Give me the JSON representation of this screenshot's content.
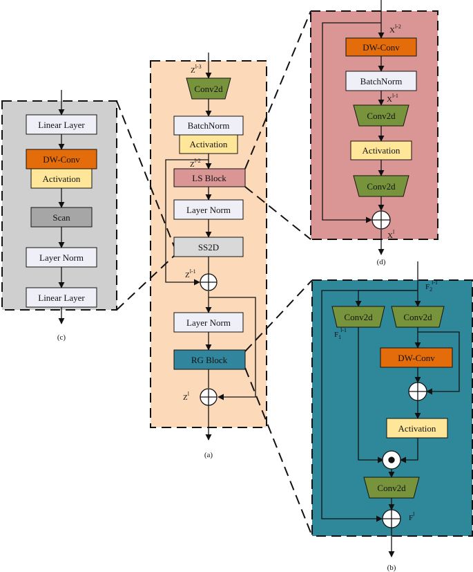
{
  "colors": {
    "panel_a": "#fcd9b8",
    "panel_b": "#2f879a",
    "panel_c": "#cfcfcf",
    "panel_d": "#d99694",
    "conv": "#77933c",
    "dwconv": "#e46c0a",
    "norm": "#efeff7",
    "activation": "#ffe699",
    "ls_block": "#d99694",
    "rg_block": "#31859c",
    "scan": "#a6a6a6",
    "ss2d": "#d9d9d9"
  },
  "panel_a": {
    "caption": "(a)",
    "conv2d": "Conv2d",
    "batchnorm": "BatchNorm",
    "activation": "Activation",
    "ls_block": "LS Block",
    "layer_norm_1": "Layer Norm",
    "ss2d": "SS2D",
    "layer_norm_2": "Layer Norm",
    "rg_block": "RG Block",
    "z_in": "Z",
    "z_in_sup": "l-3",
    "z_mid": "Z",
    "z_mid_sup": "l-2",
    "z_sum": "Z",
    "z_sum_sup": "l-1",
    "z_out": "Z",
    "z_out_sup": "l"
  },
  "panel_b": {
    "caption": "(b)",
    "conv2d_left": "Conv2d",
    "conv2d_right": "Conv2d",
    "dwconv": "DW-Conv",
    "activation": "Activation",
    "conv2d_bottom": "Conv2d",
    "f2": "F",
    "f2_sub": "2",
    "f2_sup": "l-1",
    "f1": "F",
    "f1_sub": "1",
    "f1_sup": "l-1",
    "f_out": "F",
    "f_out_sup": "l"
  },
  "panel_c": {
    "caption": "(c)",
    "linear_1": "Linear Layer",
    "dwconv": "DW-Conv",
    "activation": "Activation",
    "scan": "Scan",
    "layer_norm": "Layer Norm",
    "linear_2": "Linear Layer"
  },
  "panel_d": {
    "caption": "(d)",
    "dwconv": "DW-Conv",
    "batchnorm": "BatchNorm",
    "conv2d_1": "Conv2d",
    "activation": "Activation",
    "conv2d_2": "Conv2d",
    "x_in": "X",
    "x_in_sup": "l-2",
    "x_mid": "X",
    "x_mid_sup": "l-1",
    "x_out": "X",
    "x_out_sup": "l"
  }
}
